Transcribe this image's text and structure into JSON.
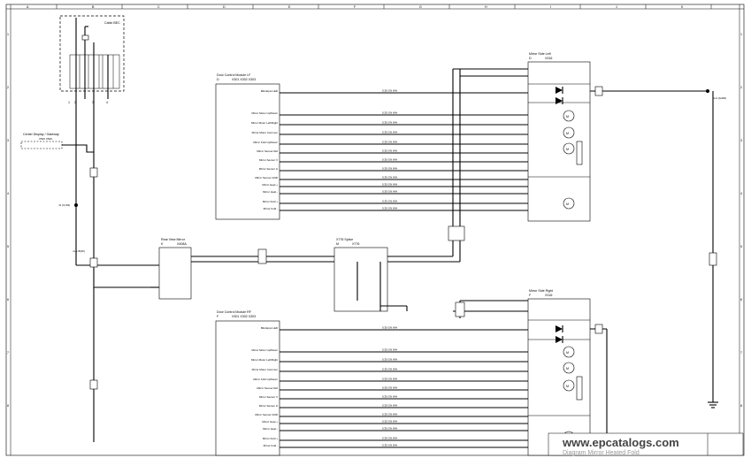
{
  "border": {
    "columns": [
      "A",
      "B",
      "C",
      "D",
      "E",
      "F",
      "G",
      "H",
      "I",
      "J",
      "K"
    ],
    "rows": [
      "1",
      "2",
      "3",
      "4",
      "5",
      "6",
      "7",
      "8"
    ]
  },
  "modules": {
    "cabin_bec": {
      "title": "Cabin BEC",
      "pins": [
        "1",
        "2",
        "3",
        "4"
      ]
    },
    "center_display": {
      "title": "Center Display / Gateway",
      "code": "X540   X629"
    },
    "door_lf": {
      "title": "Door Control Module LF",
      "letter": "D",
      "connectors": "X301   X302   X303",
      "pins": [
        "Blindspot LED",
        "Mirror Motor Up/Down",
        "Mirror Motor Left/Right",
        "Mirror Motor Common",
        "Mirror Fold Up/Down",
        "Mirror Sensor Ref",
        "Mirror Sensor V",
        "Mirror Sensor H",
        "Mirror Sensor GND",
        "Mirror Heat +",
        "Mirror Heat -",
        "Mirror Fold +",
        "Mirror Fold -"
      ]
    },
    "door_rf": {
      "title": "Door Control Module RF",
      "letter": "F",
      "connectors": "X301   X302   X303",
      "pins": [
        "Blindspot LED",
        "Mirror Motor Up/Down",
        "Mirror Motor Left/Right",
        "Mirror Motor Common",
        "Mirror Fold Up/Down",
        "Mirror Sensor Ref",
        "Mirror Sensor V",
        "Mirror Sensor H",
        "Mirror Sensor GND",
        "Mirror Heat +",
        "Mirror Heat -",
        "Mirror Fold +",
        "Mirror Fold -"
      ]
    },
    "rear_view_mirror": {
      "title": "Rear View Mirror",
      "letter": "K",
      "code": "X408A"
    },
    "splice": {
      "title": "X776 Splice",
      "letter": "M",
      "code": "X776"
    },
    "mirror_left": {
      "title": "Mirror Side Left",
      "letter": "D",
      "code": "X316"
    },
    "mirror_right": {
      "title": "Mirror Side Right",
      "letter": "F",
      "code": "X316"
    }
  },
  "labels": {
    "node_1": "J1 (C163)",
    "node_2": "J+/L B(26)",
    "ground": "J+3  (G325)",
    "wire_code": "0.35 GN WH"
  },
  "watermark": "www.epcatalogs.com",
  "footer_text": "Diagram Mirror Heated Fold"
}
